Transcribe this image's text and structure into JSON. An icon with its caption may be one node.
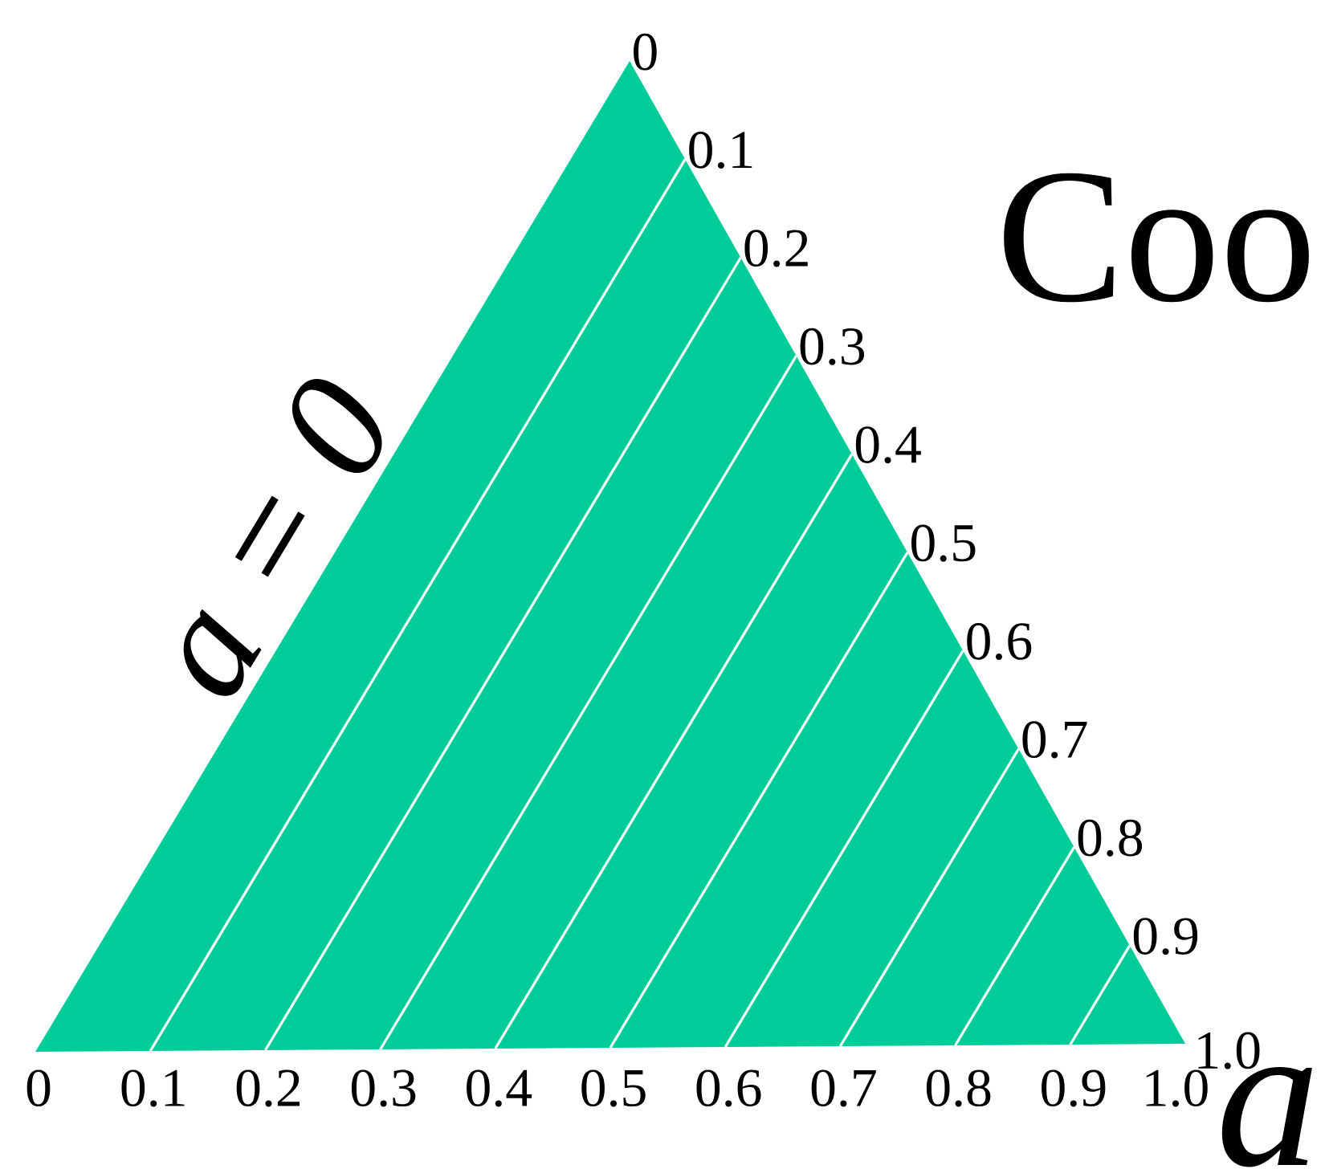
{
  "diagram": {
    "labels": [
      "0",
      "0.1",
      "0.2",
      "0.3",
      "0.4",
      "0.5",
      "0.6",
      "0.7",
      "0.8",
      "0.9",
      "1.0",
      "Coo",
      "a = 0",
      "0",
      "0.1",
      "0.2",
      "0.3",
      "0.4",
      "0.5",
      "0.6",
      "0.7",
      "0.8",
      "0.9",
      "1.0",
      "a"
    ]
  }
}
